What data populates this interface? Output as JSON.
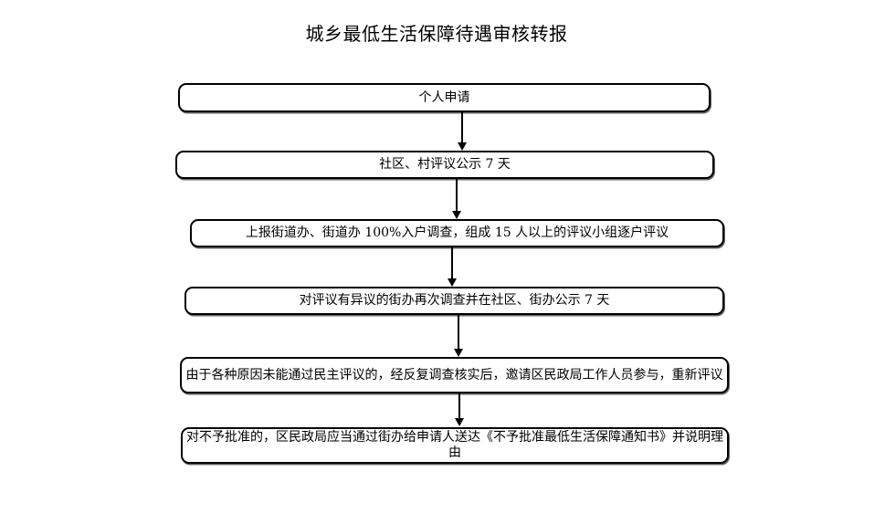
{
  "title": "城乡最低生活保障待遇审核转报",
  "flowchart": {
    "boxes": [
      {
        "label": "个人申请"
      },
      {
        "label": "社区、村评议公示 7 天"
      },
      {
        "label": "上报街道办、街道办 100%入户调查，组成 15 人以上的评议小组逐户评议"
      },
      {
        "label": "对评议有异议的街办再次调查并在社区、街办公示 7 天"
      },
      {
        "label": "由于各种原因未能通过民主评议的，经反复调查核实后，邀请区民政局工作人员参与，重新评议"
      },
      {
        "label": "对不予批准的，区民政局应当通过街办给申请人送达《不予批准最低生活保障通知书》并说明理由"
      }
    ]
  },
  "colors": {
    "background": "#ffffff",
    "box_border": "#000000",
    "text": "#000000"
  }
}
